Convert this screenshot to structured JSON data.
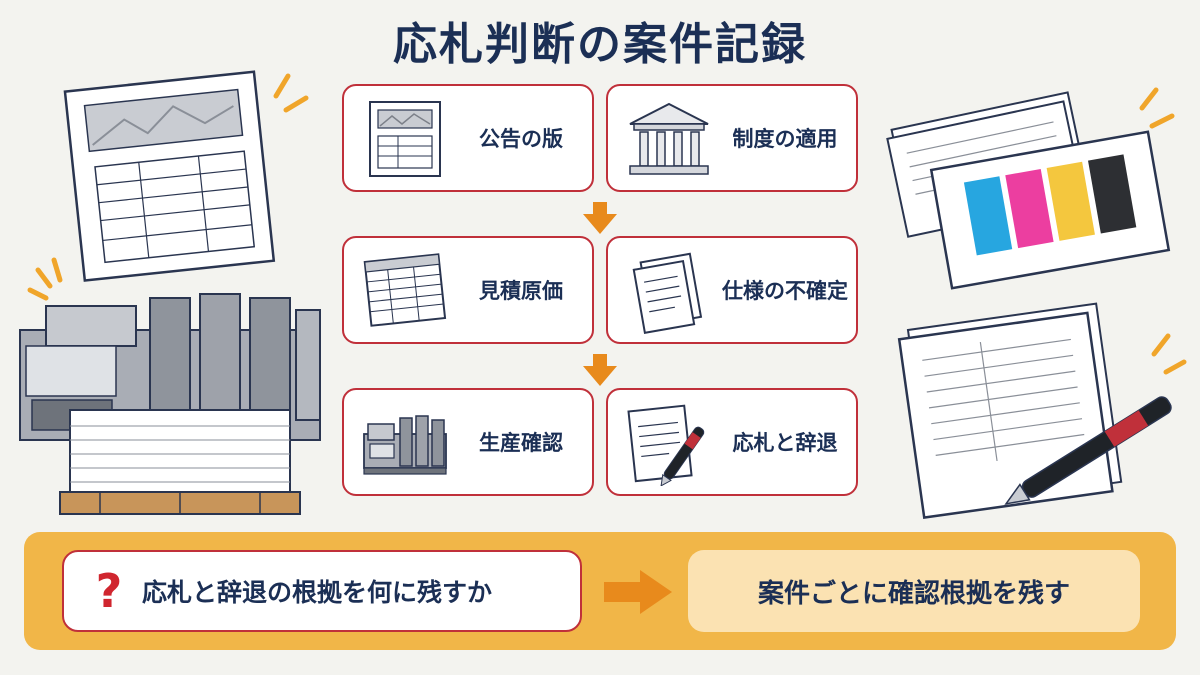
{
  "title": "応札判断の案件記録",
  "steps": [
    {
      "label": "公告の版",
      "icon": "notice-document-icon"
    },
    {
      "label": "制度の適用",
      "icon": "institution-building-icon"
    },
    {
      "label": "見積原価",
      "icon": "estimate-spreadsheet-icon"
    },
    {
      "label": "仕様の不確定",
      "icon": "spec-documents-icon"
    },
    {
      "label": "生産確認",
      "icon": "printing-press-icon"
    },
    {
      "label": "応札と辞退",
      "icon": "document-pen-icon"
    }
  ],
  "bottom": {
    "question_mark": "?",
    "question": "応札と辞退の根拠を何に残すか",
    "answer": "案件ごとに確認根拠を残す"
  },
  "colors": {
    "accent_red": "#c0303a",
    "navy": "#1b2f55",
    "band_orange": "#f1b648",
    "arrow_orange": "#e88a1c",
    "answer_fill": "#fbe2b2"
  }
}
